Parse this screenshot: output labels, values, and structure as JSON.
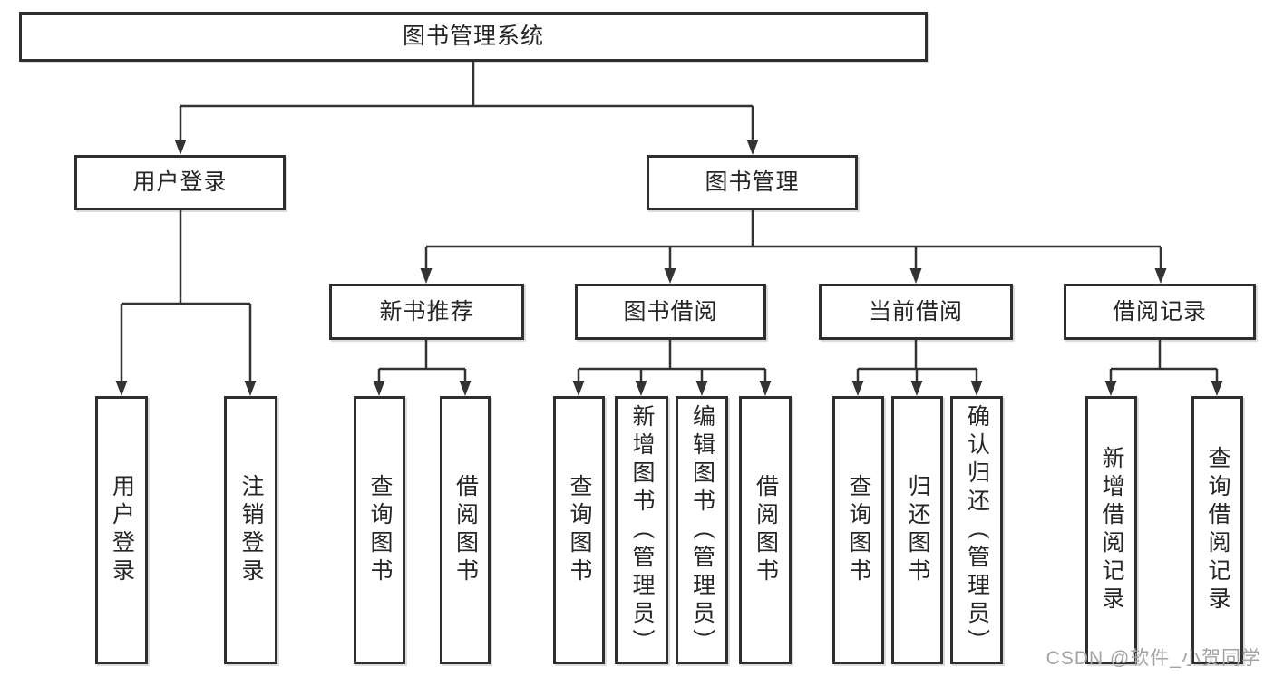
{
  "diagram": {
    "root": "图书管理系统",
    "children": [
      {
        "label": "用户登录",
        "children": [
          "用户登录",
          "注销登录"
        ]
      },
      {
        "label": "图书管理",
        "children": [
          {
            "label": "新书推荐",
            "children": [
              "查询图书",
              "借阅图书"
            ]
          },
          {
            "label": "图书借阅",
            "children": [
              "查询图书",
              "新增图书（管理员）",
              "编辑图书（管理员）",
              "借阅图书"
            ]
          },
          {
            "label": "当前借阅",
            "children": [
              "查询图书",
              "归还图书",
              "确认归还（管理员）"
            ]
          },
          {
            "label": "借阅记录",
            "children": [
              "新增借阅记录",
              "查询借阅记录"
            ]
          }
        ]
      }
    ]
  },
  "watermark": "CSDN @软件_小贺同学",
  "colors": {
    "line": "#333333",
    "border": "#2e2e2e",
    "text": "#262626",
    "watermark": "#a3a3a3"
  }
}
